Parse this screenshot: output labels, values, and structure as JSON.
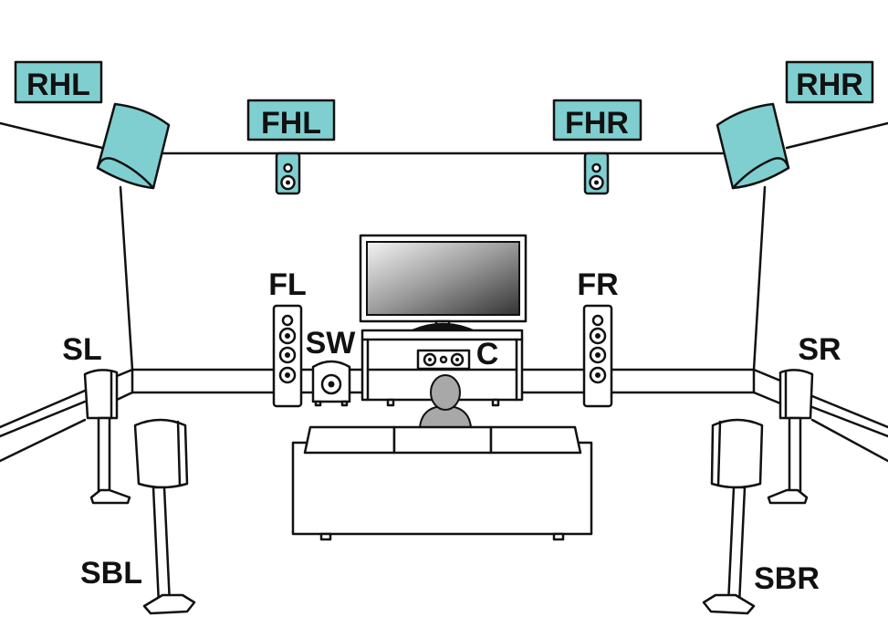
{
  "colors": {
    "height_speaker": "#80cfd0",
    "line": "#111111",
    "head": "#a8a8a8"
  },
  "labels": {
    "rhl": "RHL",
    "fhl": "FHL",
    "fhr": "FHR",
    "rhr": "RHR",
    "fl": "FL",
    "fr": "FR",
    "sw": "SW",
    "c": "C",
    "sl": "SL",
    "sr": "SR",
    "sbl": "SBL",
    "sbr": "SBR"
  }
}
